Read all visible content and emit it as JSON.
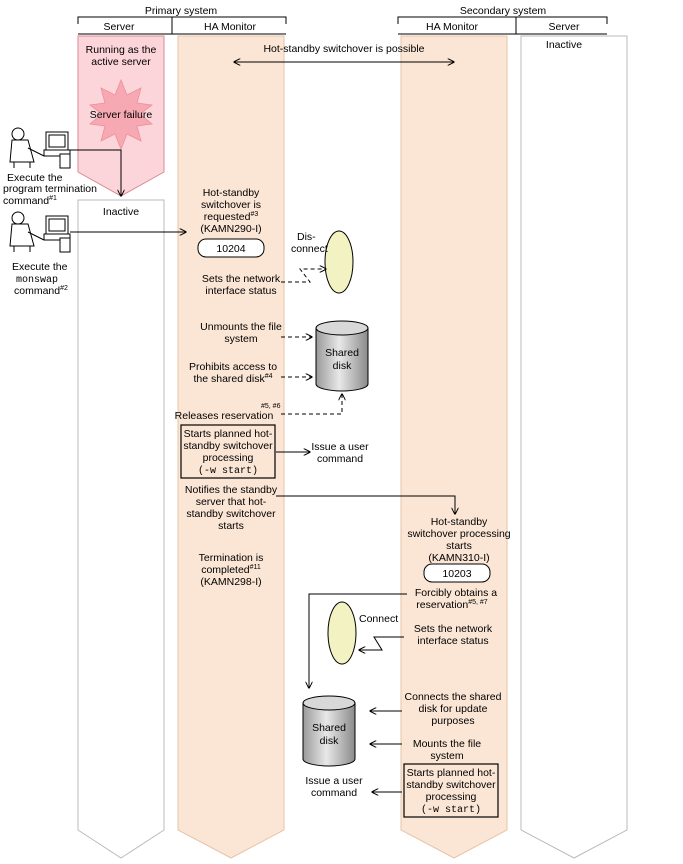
{
  "headers": {
    "primary_system": "Primary system",
    "secondary_system": "Secondary system",
    "server": "Server",
    "ha_monitor": "HA Monitor"
  },
  "primary_server": {
    "running_line1": "Running as the",
    "running_line2": "active server",
    "failure": "Server failure",
    "inactive": "Inactive"
  },
  "secondary_server": {
    "inactive": "Inactive"
  },
  "hot_standby_possible": "Hot-standby switchover is possible",
  "operator": {
    "exec1_line1": "Execute the",
    "exec1_line2": "program termination",
    "exec1_line3": "command",
    "exec1_sup": "#1",
    "exec2_line1": "Execute the",
    "exec2_cmd": "monswap",
    "exec2_line3": "command",
    "exec2_sup": "#2"
  },
  "primary_ha": {
    "request_line1": "Hot-standby",
    "request_line2": "switchover is",
    "request_line3": "requested",
    "request_sup": "#3",
    "request_code": "(KAMN290-I)",
    "message_id": "10204",
    "set_network_line1": "Sets the network",
    "set_network_line2": "interface status",
    "unmount_line1": "Unmounts the file",
    "unmount_line2": "system",
    "prohibit_line1": "Prohibits access to",
    "prohibit_line2": "the shared disk",
    "prohibit_sup": "#4",
    "release": "Releases reservation",
    "release_sup": "#5, #6",
    "planned_line1": "Starts planned hot-",
    "planned_line2": "standby switchover",
    "planned_line3": "processing",
    "planned_cmd": "(-w start)",
    "notify_line1": "Notifies the standby",
    "notify_line2": "server that hot-",
    "notify_line3": "standby switchover",
    "notify_line4": "starts",
    "termination_line1": "Termination is",
    "termination_line2": "completed",
    "termination_sup": "#11",
    "termination_code": "(KAMN298-I)"
  },
  "network": {
    "disconnect_line1": "Dis-",
    "disconnect_line2": "connect",
    "connect": "Connect"
  },
  "disk": {
    "line1": "Shared",
    "line2": "disk"
  },
  "user_command": {
    "line1": "Issue a user",
    "line2": "command"
  },
  "secondary_ha": {
    "starts_line1": "Hot-standby",
    "starts_line2": "switchover processing",
    "starts_line3": "starts",
    "starts_code": "(KAMN310-I)",
    "message_id": "10203",
    "obtain_line1": "Forcibly obtains a",
    "obtain_line2": "reservation",
    "obtain_sup": "#5, #7",
    "set_network_line1": "Sets the network",
    "set_network_line2": "interface status",
    "connect_disk_line1": "Connects the shared",
    "connect_disk_line2": "disk for update",
    "connect_disk_line3": "purposes",
    "mount_line1": "Mounts the file",
    "mount_line2": "system",
    "planned_line1": "Starts planned hot-",
    "planned_line2": "standby switchover",
    "planned_line3": "processing",
    "planned_cmd": "(-w start)"
  },
  "colors": {
    "ha_column": "#fbe6d6",
    "ha_column_border": "#e6c4a8",
    "active_server": "#fbd5d9",
    "active_server_border": "#d98a94",
    "failure_burst": "#f7a9b3",
    "oval_fill": "#f2f2c2",
    "server_column_border": "#bbbbbb"
  }
}
